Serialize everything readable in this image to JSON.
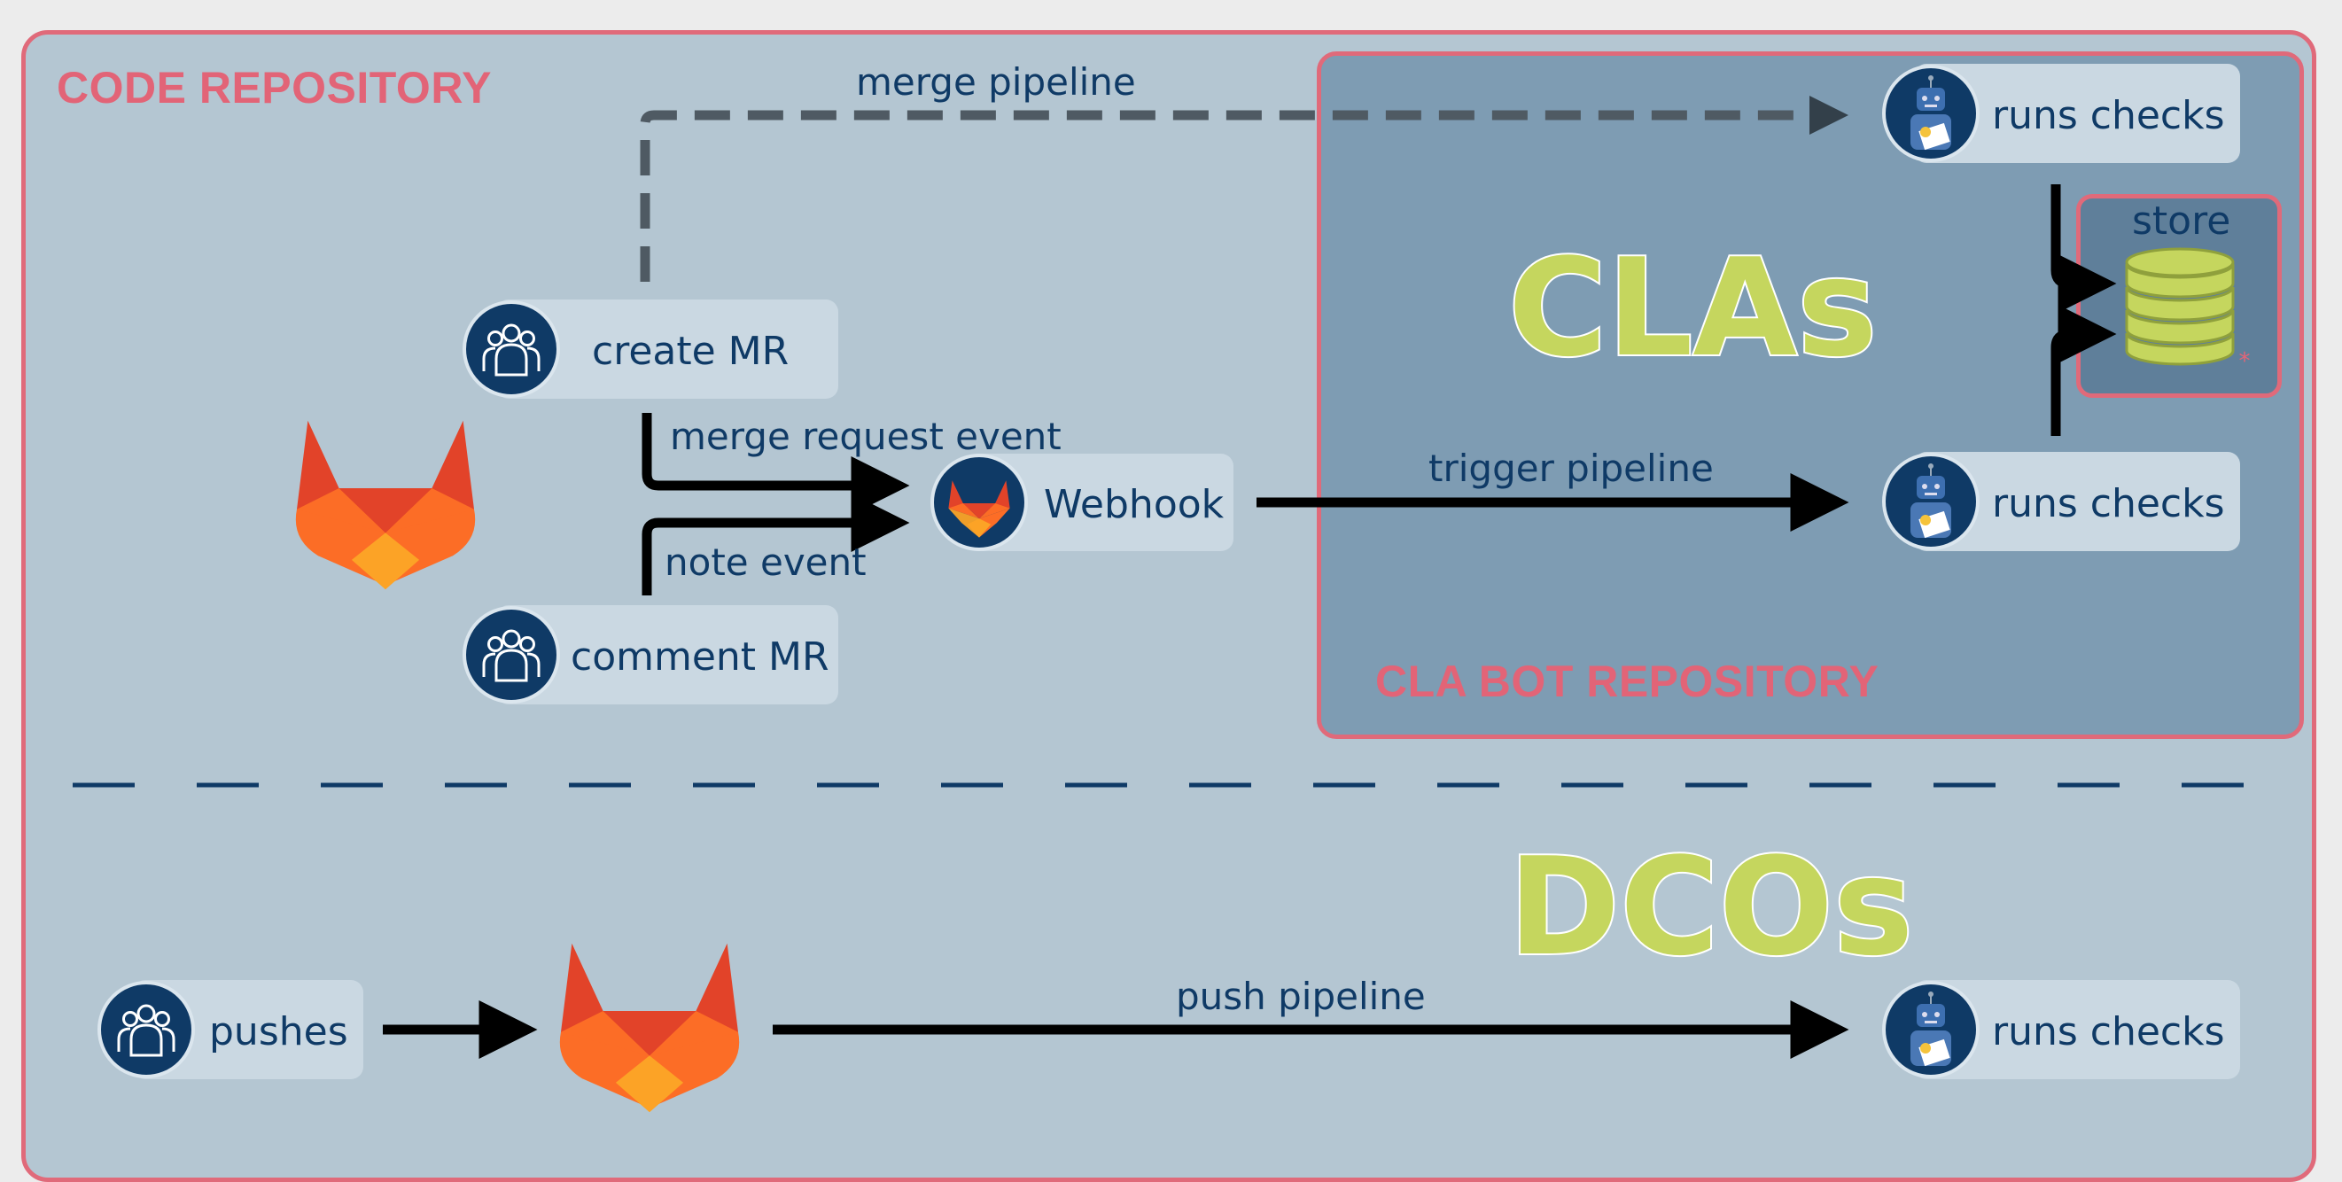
{
  "sections": {
    "code_repo": "CODE REPOSITORY",
    "cla_bot_repo": "CLA BOT REPOSITORY"
  },
  "headings": {
    "clas": "CLAs",
    "dcos": "DCOs"
  },
  "nodes": {
    "create_mr": "create MR",
    "comment_mr": "comment MR",
    "webhook": "Webhook",
    "runs_checks_merge": "runs checks",
    "runs_checks_trigger": "runs checks",
    "runs_checks_push": "runs checks",
    "pushes": "pushes",
    "store": "store"
  },
  "edges": {
    "merge_pipeline": "merge pipeline",
    "merge_request_event": "merge request event",
    "note_event": "note event",
    "trigger_pipeline": "trigger pipeline",
    "push_pipeline": "push pipeline"
  },
  "colors": {
    "outer_bg": "#b4c6d2",
    "inner_bg": "#7e9cb3",
    "border": "#e06a7a",
    "title": "#e26477",
    "accent_green": "#c5d65e",
    "navy": "#0f3a66"
  },
  "icons": [
    "users-icon",
    "gitlab-logo-icon",
    "robot-icon",
    "database-icon"
  ]
}
